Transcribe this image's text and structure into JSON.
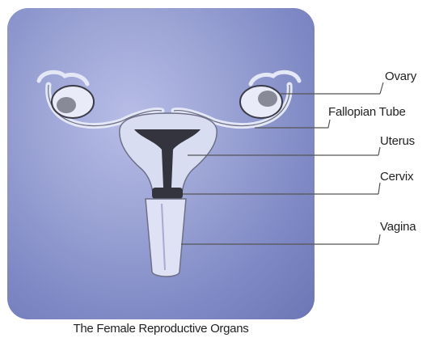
{
  "diagram": {
    "labels": {
      "ovary": "Ovary",
      "fallopian_tube": "Fallopian Tube",
      "uterus": "Uterus",
      "cervix": "Cervix",
      "vagina": "Vagina"
    },
    "caption": "The Female Reproductive Organs",
    "colors": {
      "panel": "#8e97cf",
      "organ_fill": "#d7dcf2",
      "organ_dark": "#3a3a44",
      "leader_line": "#555555"
    }
  }
}
